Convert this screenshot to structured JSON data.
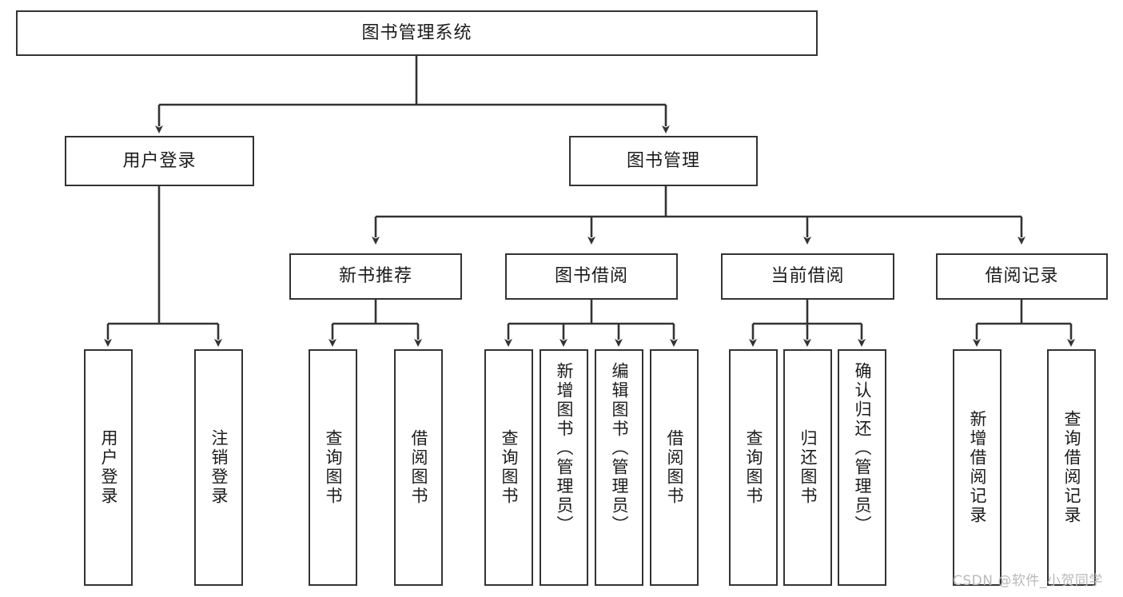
{
  "diagram": {
    "title": "图书管理系统",
    "type": "tree-hierarchy",
    "root": {
      "label": "图书管理系统"
    },
    "level2": [
      {
        "label": "用户登录"
      },
      {
        "label": "图书管理"
      }
    ],
    "level3": [
      {
        "label": "新书推荐"
      },
      {
        "label": "图书借阅"
      },
      {
        "label": "当前借阅"
      },
      {
        "label": "借阅记录"
      }
    ],
    "leaves": {
      "user_login": [
        {
          "label": "用户登录"
        },
        {
          "label": "注销登录"
        }
      ],
      "new_book_recommend": [
        {
          "label": "查询图书"
        },
        {
          "label": "借阅图书"
        }
      ],
      "book_borrow": [
        {
          "label": "查询图书"
        },
        {
          "label": "新增图书（管理员）"
        },
        {
          "label": "编辑图书（管理员）"
        },
        {
          "label": "借阅图书"
        }
      ],
      "current_borrow": [
        {
          "label": "查询图书"
        },
        {
          "label": "归还图书"
        },
        {
          "label": "确认归还（管理员）"
        }
      ],
      "borrow_record": [
        {
          "label": "新增借阅记录"
        },
        {
          "label": "查询借阅记录"
        }
      ]
    }
  },
  "watermark": {
    "text": "CSDN @软件_小贺同学"
  },
  "colors": {
    "border": "#333333",
    "text": "#1b1b1b",
    "background": "#ffffff",
    "connector": "#333333",
    "watermark": "#b9b9b9"
  }
}
